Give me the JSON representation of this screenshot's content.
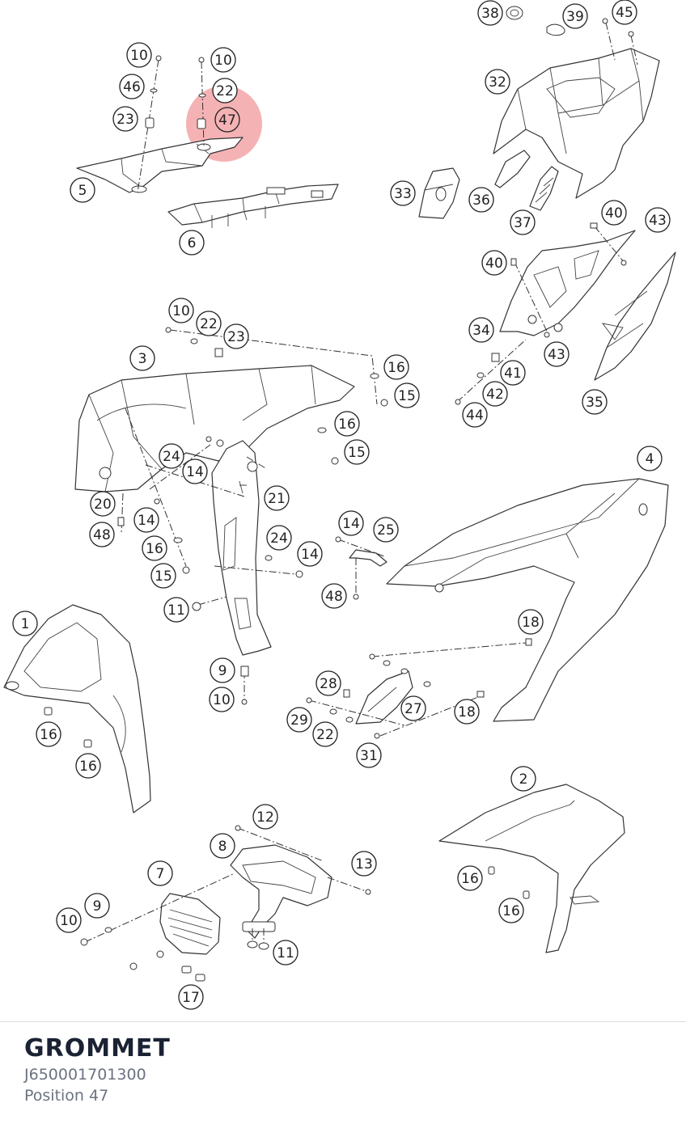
{
  "part": {
    "name": "GROMMET",
    "number": "J650001701300",
    "position": "Position 47"
  },
  "highlight": {
    "label": "47",
    "color": "#e8474c"
  },
  "callouts": [
    {
      "label": "38"
    },
    {
      "label": "39"
    },
    {
      "label": "45"
    },
    {
      "label": "10"
    },
    {
      "label": "10"
    },
    {
      "label": "46"
    },
    {
      "label": "22"
    },
    {
      "label": "23"
    },
    {
      "label": "47"
    },
    {
      "label": "32"
    },
    {
      "label": "5"
    },
    {
      "label": "33"
    },
    {
      "label": "36"
    },
    {
      "label": "6"
    },
    {
      "label": "40"
    },
    {
      "label": "43"
    },
    {
      "label": "37"
    },
    {
      "label": "40"
    },
    {
      "label": "10"
    },
    {
      "label": "22"
    },
    {
      "label": "23"
    },
    {
      "label": "34"
    },
    {
      "label": "43"
    },
    {
      "label": "3"
    },
    {
      "label": "16"
    },
    {
      "label": "41"
    },
    {
      "label": "15"
    },
    {
      "label": "42"
    },
    {
      "label": "44"
    },
    {
      "label": "35"
    },
    {
      "label": "16"
    },
    {
      "label": "15"
    },
    {
      "label": "24"
    },
    {
      "label": "14"
    },
    {
      "label": "21"
    },
    {
      "label": "4"
    },
    {
      "label": "20"
    },
    {
      "label": "14"
    },
    {
      "label": "14"
    },
    {
      "label": "25"
    },
    {
      "label": "48"
    },
    {
      "label": "16"
    },
    {
      "label": "24"
    },
    {
      "label": "14"
    },
    {
      "label": "15"
    },
    {
      "label": "48"
    },
    {
      "label": "11"
    },
    {
      "label": "1"
    },
    {
      "label": "18"
    },
    {
      "label": "9"
    },
    {
      "label": "28"
    },
    {
      "label": "10"
    },
    {
      "label": "27"
    },
    {
      "label": "18"
    },
    {
      "label": "29"
    },
    {
      "label": "16"
    },
    {
      "label": "22"
    },
    {
      "label": "31"
    },
    {
      "label": "16"
    },
    {
      "label": "2"
    },
    {
      "label": "12"
    },
    {
      "label": "8"
    },
    {
      "label": "13"
    },
    {
      "label": "7"
    },
    {
      "label": "16"
    },
    {
      "label": "9"
    },
    {
      "label": "10"
    },
    {
      "label": "16"
    },
    {
      "label": "11"
    },
    {
      "label": "17"
    }
  ]
}
